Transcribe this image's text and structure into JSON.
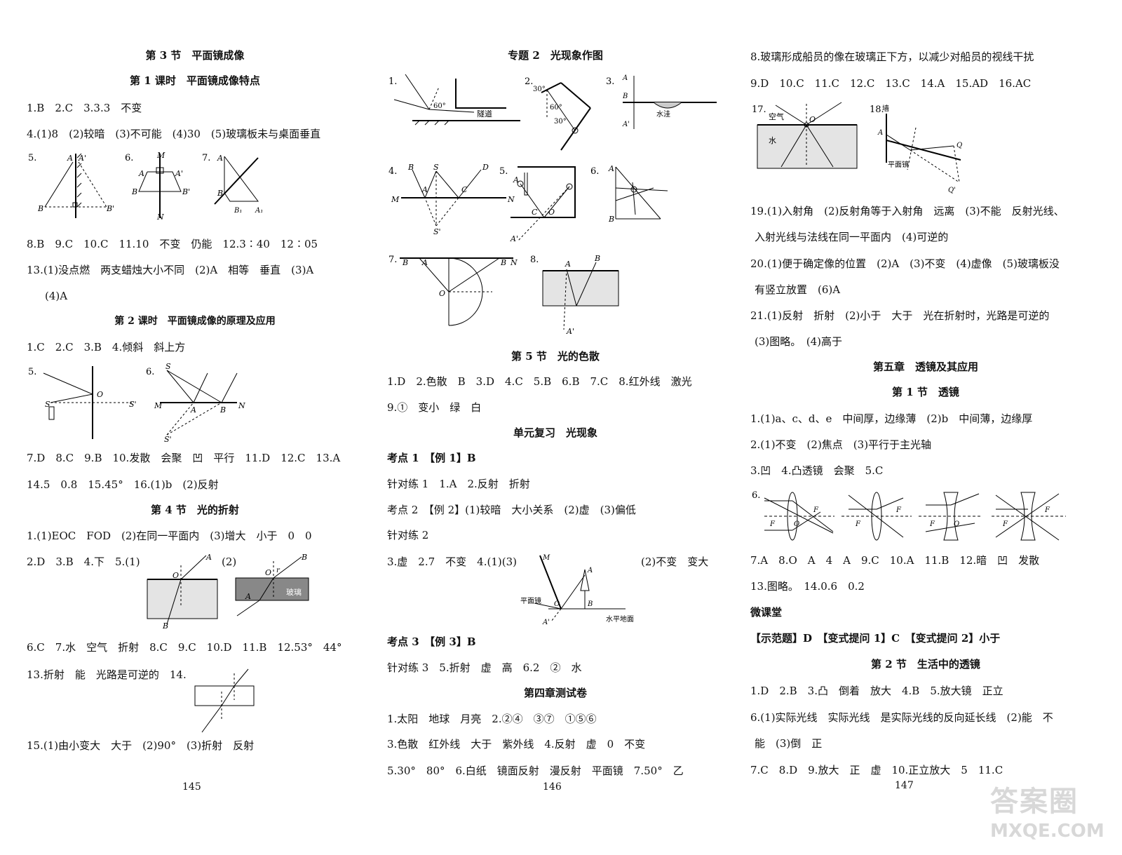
{
  "col1": {
    "sec3_title": "第 3 节　平面镜成像",
    "lesson1_title": "第 1 课时　平面镜成像特点",
    "l1": "1.B　2.C　3.3.3　不变",
    "l2": "4.(1)8　(2)较暗　(3)不可能　(4)30　(5)玻璃板未与桌面垂直",
    "fig_a": {
      "n5": "5.",
      "n6": "6.",
      "n7": "7.",
      "A": "A",
      "A2": "A'",
      "B": "B",
      "B2": "B'",
      "M": "M",
      "N": "N",
      "B1": "B₁",
      "A1": "A₁"
    },
    "l3": "8.B　9.C　10.C　11.10　不变　仍能　12.3∶40　12∶05",
    "l4": "13.(1)没点燃　两支蜡烛大小不同　(2)A　相等　垂直　(3)A",
    "l5": "(4)A",
    "lesson2_title": "第 2 课时　平面镜成像的原理及应用",
    "l6": "1.C　2.C　3.B　4.倾斜　斜上方",
    "fig_b": {
      "n5": "5.",
      "n6": "6.",
      "S": "S",
      "O": "O",
      "S2": "S'",
      "M": "M",
      "A": "A",
      "B": "B",
      "N": "N"
    },
    "l7": "7.D　8.C　9.B　10.发散　会聚　凹　平行　11.D　12.C　13.A",
    "l8": "14.5　0.8　15.45°　16.(1)b　(2)反射",
    "sec4_title": "第 4 节　光的折射",
    "l9": "1.(1)EOC　FOD　(2)在同一平面内　(3)增大　小于　0　0",
    "l10": "2.D　3.B　4.下　5.(1)",
    "l10b": "(2)",
    "fig_c": {
      "A": "A",
      "O": "O",
      "B": "B",
      "r": "r",
      "glass": "玻璃"
    },
    "l11": "6.C　7.水　空气　折射　8.C　9.C　10.D　11.B　12.53°　44°",
    "l12": "13.折射　能　光路是可逆的　14.",
    "l13": "15.(1)由小变大　大于　(2)90°　(3)折射　反射",
    "page": "145"
  },
  "col2": {
    "topic_title": "专题 2　光现象作图",
    "fig_1": {
      "n1": "1.",
      "a60": "60°",
      "tunnel": "隧道",
      "n2": "2.",
      "a30a": "30°",
      "a60b": "60°",
      "a30b": "30°",
      "n3": "3.",
      "A": "A",
      "B": "B",
      "A2": "A'",
      "water": "水洼"
    },
    "fig_2": {
      "n4": "4.",
      "B": "B",
      "S": "S",
      "D": "D",
      "M": "M",
      "A": "A",
      "C": "C",
      "N": "N",
      "S2": "S'",
      "n5": "5.",
      "A5": "A",
      "C5": "C",
      "O5": "O",
      "A52": "A'",
      "n6": "6.",
      "A6": "A",
      "B6": "B"
    },
    "fig_3": {
      "n7": "7.",
      "B": "B",
      "A": "A",
      "B2": "B",
      "N": "N",
      "O": "O",
      "n8": "8.",
      "A8": "A",
      "B8": "B",
      "A82": "A'"
    },
    "sec5_title": "第 5 节　光的色散",
    "m1": "1.D　2.色散　B　3.D　4.C　5.B　6.B　7.C　8.红外线　激光",
    "m2": "9.①　变小　绿　白",
    "review_title": "单元复习　光现象",
    "m3": "考点 1　【例 1】B",
    "m4": "针对练 1　1.A　2.反射　折射",
    "m5": "考点 2　【例 2】(1)较暗　大小关系　(2)虚　(3)偏低",
    "m6": "针对练 2",
    "m7": "3.虚　2.7　不变　4.(1)(3)",
    "m7b": "(2)不变　变大",
    "fig_4": {
      "M": "M",
      "mirror": "平面镜",
      "ground": "水平地面",
      "A": "A",
      "A2": "A'",
      "O": "O",
      "B": "B"
    },
    "m8": "考点 3　【例 3】B",
    "m9": "针对练 3　5.折射　虚　高　6.2　②　水",
    "test_title": "第四章测试卷",
    "m10": "1.太阳　地球　月亮　2.②④　③⑦　①⑤⑥",
    "m11": "3.色散　红外线　大于　紫外线　4.反射　虚　0　不变",
    "m12": "5.30°　80°　6.白纸　镜面反射　漫反射　平面镜　7.50°　乙",
    "page": "146"
  },
  "col3": {
    "r1": "8.玻璃形成船员的像在玻璃正下方，以减少对船员的视线干扰",
    "r2": "9.D　10.C　11.C　12.C　13.C　14.A　15.AD　16.AC",
    "fig_5": {
      "n17": "17.",
      "air": "空气",
      "water": "水",
      "O": "O",
      "n18": "18.",
      "wall": "墙",
      "A": "A",
      "Q": "Q",
      "mirror": "平面镜",
      "Q2": "Q'"
    },
    "r3": "19.(1)入射角　(2)反射角等于入射角　远离　(3)不能　反射光线、",
    "r4": "入射光线与法线在同一平面内　(4)可逆的",
    "r5": "20.(1)便于确定像的位置　(2)A　(3)不变　(4)虚像　(5)玻璃板没",
    "r6": "有竖立放置　(6)A",
    "r7": "21.(1)反射　折射　(2)小于　大于　光在折射时，光路是可逆的",
    "r8": "(3)图略。　(4)高于",
    "ch5_title": "第五章　透镜及其应用",
    "sec1_title": "第 1 节　透镜",
    "r9": "1.(1)a、c、d、e　中间厚，边缘薄　(2)b　中间薄，边缘厚",
    "r10": "2.(1)不变　(2)焦点　(3)平行于主光轴",
    "r11": "3.凹　4.凸透镜　会聚　5.C",
    "fig_6": {
      "n6": "6.",
      "F": "F",
      "O": "O"
    },
    "r12": "7.A　8.O　A　4　A　9.C　10.A　11.B　12.暗　凹　发散",
    "r13": "13.图略。　14.0.6　0.2",
    "micro": "微课堂",
    "r14": "【示范题】D　【变式提问 1】C　【变式提问 2】小于",
    "sec2_title": "第 2 节　生活中的透镜",
    "r15": "1.D　2.B　3.凸　倒着　放大　4.B　5.放大镜　正立",
    "r16": "6.(1)实际光线　实际光线　是实际光线的反向延长线　(2)能　不",
    "r17": "能　(3)倒　正",
    "r18": "7.C　8.D　9.放大　正　虚　10.正立放大　5　11.C",
    "page": "147"
  },
  "watermark": {
    "line1": "答案圈",
    "line2": "MXQE.COM"
  }
}
